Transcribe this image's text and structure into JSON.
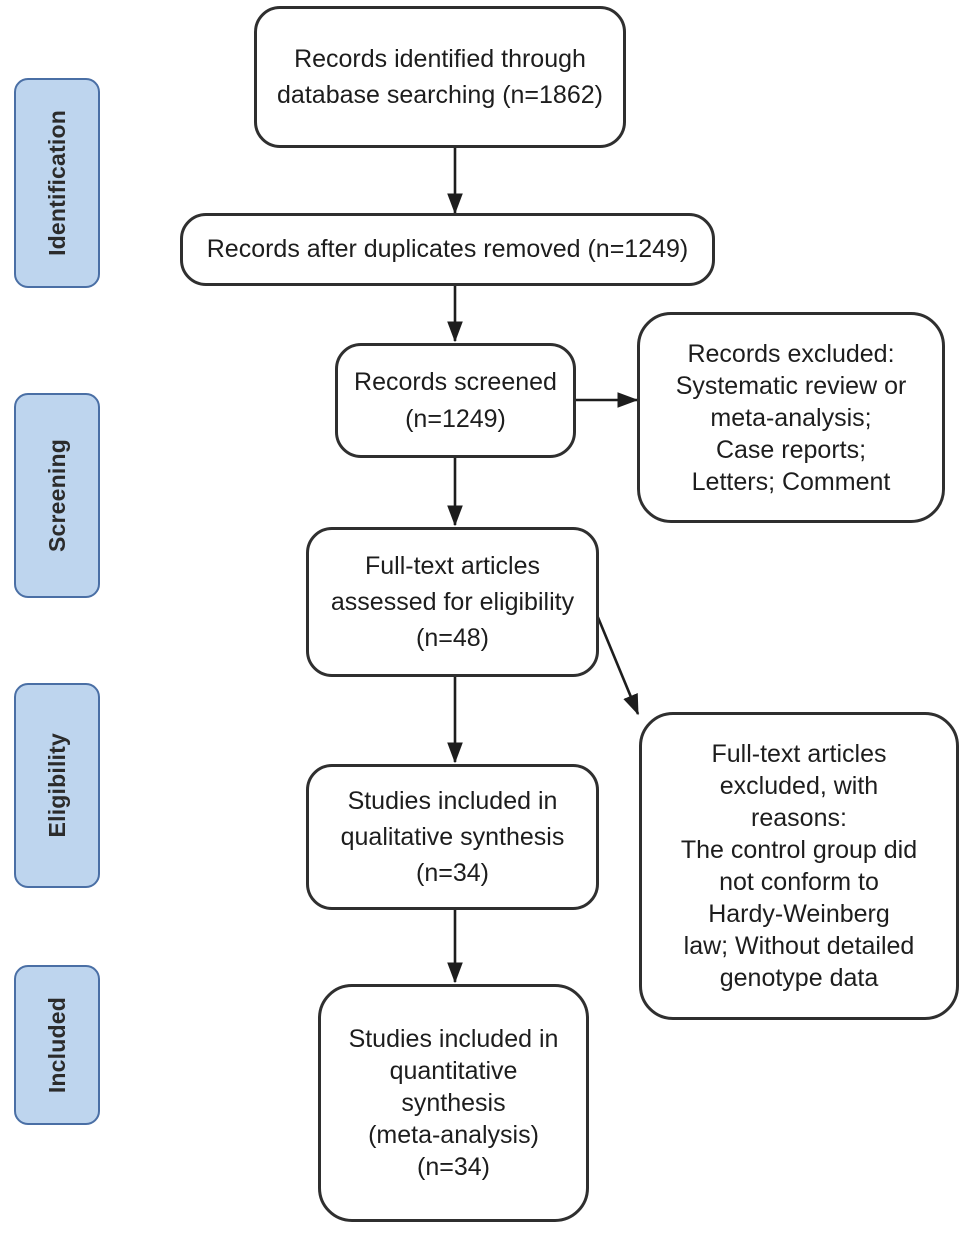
{
  "diagram": {
    "title": "PRISMA flow diagram",
    "type": "flowchart",
    "colors": {
      "stage_fill": "#bed5ee",
      "stage_border": "#4a6fa5",
      "box_fill": "#ffffff",
      "box_border": "#2f2f2f",
      "text": "#1d1d1d",
      "background": "#ffffff"
    }
  },
  "stages": [
    {
      "id": "identification",
      "label": "Identification"
    },
    {
      "id": "screening",
      "label": "Screening"
    },
    {
      "id": "eligibility",
      "label": "Eligibility"
    },
    {
      "id": "included",
      "label": "Included"
    }
  ],
  "boxes": {
    "records_identified": {
      "lines": [
        "Records identified through",
        "database searching (n=1862)"
      ],
      "count": 1862
    },
    "records_after_duplicates": {
      "lines": [
        "Records after duplicates removed (n=1249)"
      ],
      "count": 1249
    },
    "records_screened": {
      "lines": [
        "Records screened",
        "(n=1249)"
      ],
      "count": 1249
    },
    "records_excluded": {
      "lines": [
        "Records excluded:",
        "Systematic review or",
        "meta-analysis;",
        "Case reports;",
        "Letters; Comment"
      ]
    },
    "fulltext_assessed": {
      "lines": [
        "Full-text articles",
        "assessed for eligibility",
        "(n=48)"
      ],
      "count": 48
    },
    "fulltext_excluded": {
      "lines": [
        "Full-text articles",
        "excluded, with",
        "reasons:",
        "The control group did",
        "not conform to",
        "Hardy-Weinberg",
        "law; Without detailed",
        "genotype data"
      ]
    },
    "qualitative": {
      "lines": [
        "Studies included in",
        "qualitative synthesis",
        "(n=34)"
      ],
      "count": 34
    },
    "quantitative": {
      "lines": [
        "Studies included in",
        "quantitative",
        "synthesis",
        "(meta-analysis)",
        "(n=34)"
      ],
      "count": 34
    }
  }
}
